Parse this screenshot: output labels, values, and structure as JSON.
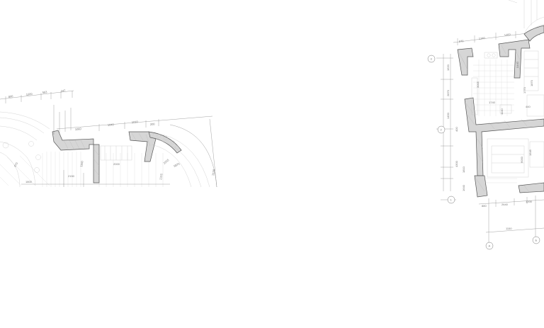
{
  "left_plan": {
    "dimensions": [
      "800",
      "1500",
      "563",
      "247",
      "1040",
      "1010",
      "200",
      "1060",
      "1160",
      "2000",
      "2315",
      "5870",
      "2150",
      "3130",
      "2215",
      "670",
      "1800"
    ]
  },
  "right_plan": {
    "dimensions": [
      "1340",
      "1260",
      "870",
      "2870",
      "1450",
      "1770",
      "440",
      "1740",
      "3005",
      "1140",
      "4300",
      "5440",
      "1545",
      "6000",
      "1810",
      "1640",
      "2640",
      "880",
      "1200",
      "1150",
      "1870",
      "400",
      "1620"
    ],
    "axis_markers": [
      "3",
      "2",
      "1",
      "A",
      "Б"
    ]
  }
}
